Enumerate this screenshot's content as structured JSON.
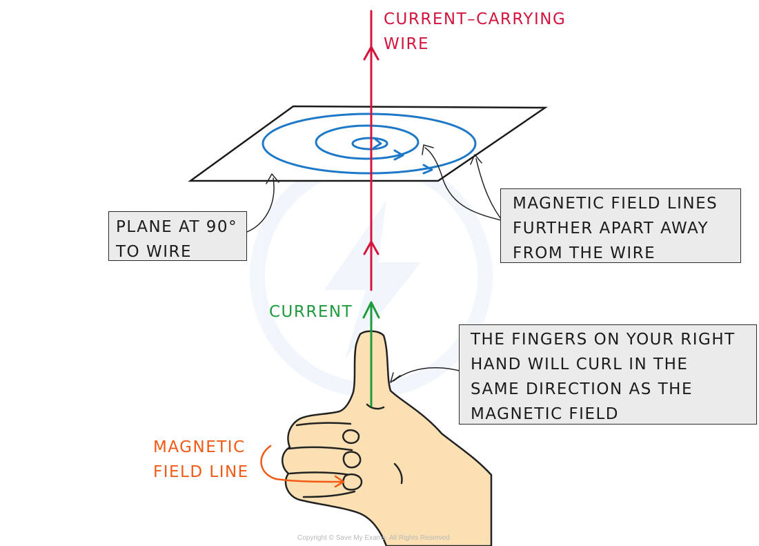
{
  "labels": {
    "wire": "CURRENT–CARRYING\nWIRE",
    "current": "CURRENT",
    "plane": "PLANE AT 90°\nTO WIRE",
    "field_lines_spacing": "MAGNETIC FIELD LINES\nFURTHER APART AWAY\nFROM THE WIRE",
    "fingers": "THE FINGERS ON YOUR RIGHT\nHAND WILL CURL IN THE\nSAME DIRECTION AS THE\nMAGNETIC FIELD",
    "field_line": "MAGNETIC\nFIELD LINE"
  },
  "copyright": "Copyright © Save My Exams. All Rights Reserved",
  "colors": {
    "wire": "#d4143c",
    "field_lines": "#1e78c8",
    "current": "#1e9a3c",
    "field_line_label": "#f05a14",
    "skin": "#fbe0b4",
    "outline": "#222222",
    "callout_fill": "#ebebeb"
  },
  "icons": [
    "right-hand-thumb-icon",
    "watermark-bolt-icon"
  ]
}
